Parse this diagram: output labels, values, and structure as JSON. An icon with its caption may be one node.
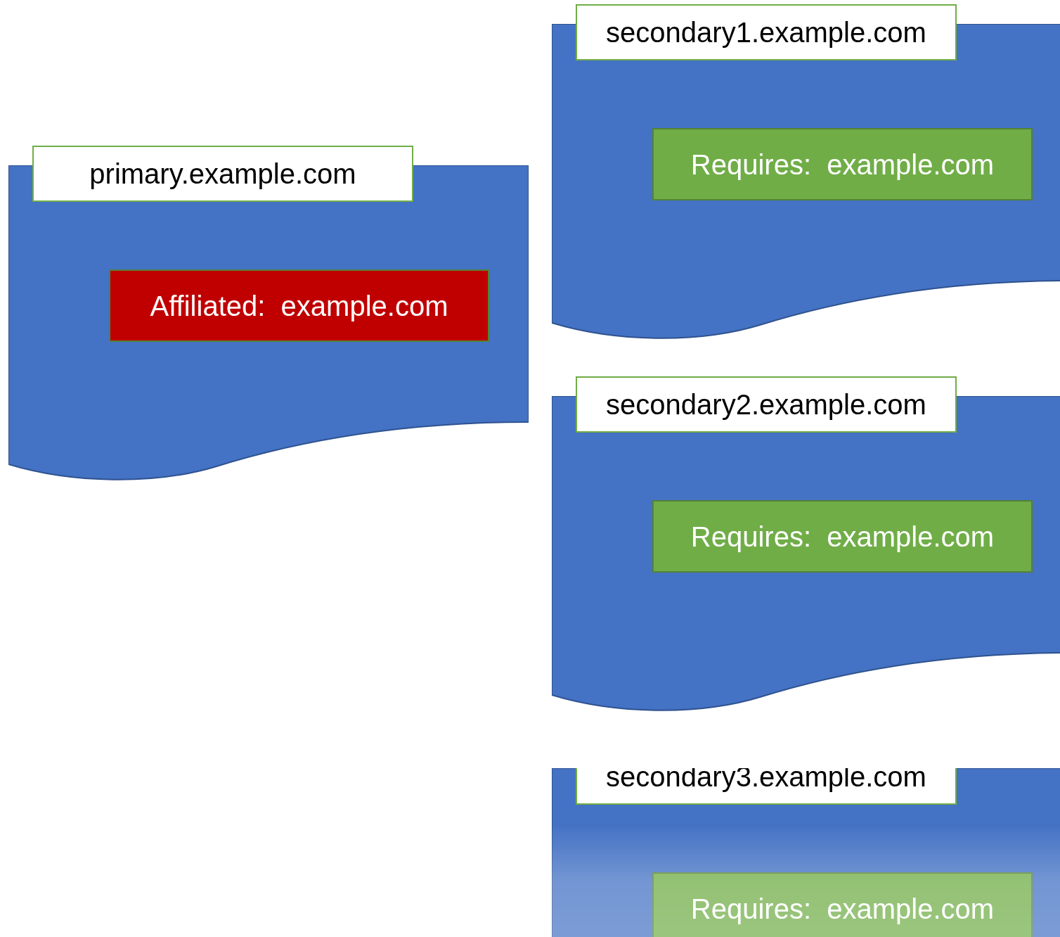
{
  "diagram": {
    "nodes": [
      {
        "text": [
          "primary.example.com"
        ]
      },
      {
        "text": [
          "Affiliated:  example.com"
        ],
        "in": 0
      },
      {
        "text": [
          "secondary1.example.com"
        ]
      },
      {
        "text": [
          "Requires:  example.com"
        ],
        "in": 2
      },
      {
        "text": [
          "secondary2.example.com"
        ]
      },
      {
        "text": [
          "Requires:  example.com"
        ],
        "in": 4
      },
      {
        "text": [
          "secondary3.example.com"
        ]
      },
      {
        "text": [
          "Requires:  example.com"
        ],
        "in": 6
      }
    ]
  }
}
